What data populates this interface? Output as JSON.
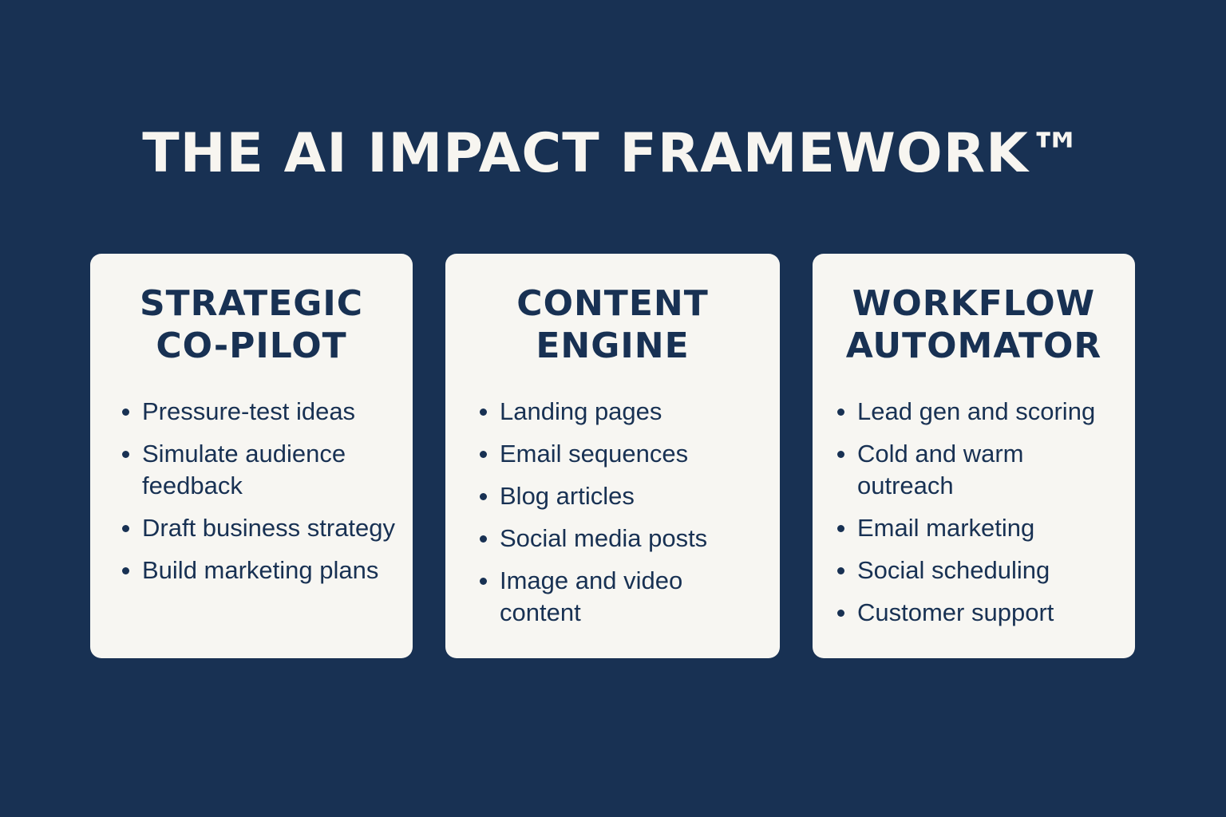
{
  "title": "THE AI IMPACT FRAMEWORK™",
  "cards": [
    {
      "title_lines": [
        "STRATEGIC",
        "CO-PILOT"
      ],
      "items": [
        "Pressure-test ideas",
        "Simulate audience feedback",
        "Draft business strategy",
        "Build marketing plans"
      ]
    },
    {
      "title_lines": [
        "CONTENT",
        "ENGINE"
      ],
      "items": [
        "Landing pages",
        "Email sequences",
        "Blog articles",
        "Social media posts",
        "Image and video content"
      ]
    },
    {
      "title_lines": [
        "WORKFLOW",
        "AUTOMATOR"
      ],
      "items": [
        "Lead gen and scoring",
        "Cold and warm outreach",
        "Email marketing",
        "Social scheduling",
        "Customer support"
      ]
    }
  ],
  "colors": {
    "background": "#183153",
    "card": "#f7f6f2",
    "text_dark": "#183153",
    "title_text": "#f7f5f0"
  }
}
